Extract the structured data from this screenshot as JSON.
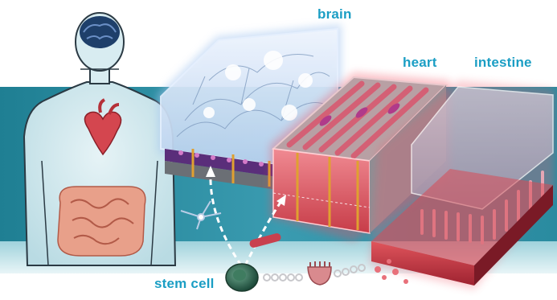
{
  "labels": {
    "brain": "brain",
    "heart": "heart",
    "intestine": "intestine",
    "stem_cell": "stem cell"
  },
  "colors": {
    "band": "#2f8fa4",
    "label": "#1b9ec4",
    "skin": "#cfe6ec",
    "heart": "#d4464f",
    "gut": "#e8a08a",
    "brain_glow": "#a8c8f0",
    "heart_glow": "#f05060",
    "stem_cell": "#2e6b52"
  }
}
